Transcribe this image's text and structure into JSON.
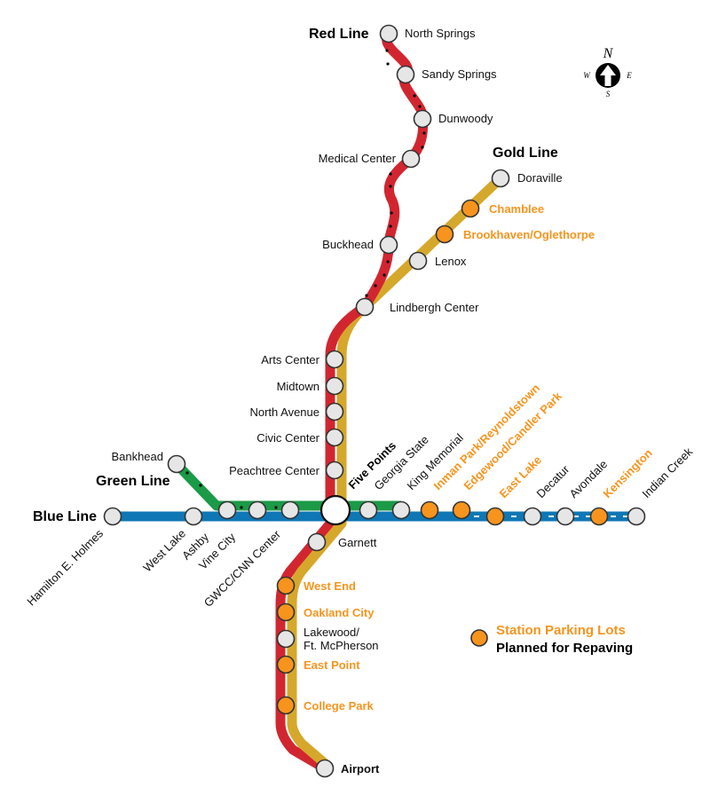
{
  "colors": {
    "red": "#d12630",
    "gold": "#d5a82c",
    "blue": "#0f77b5",
    "green": "#1b9a47",
    "highlight": "#f7941d",
    "station_fill": "#e6e6e6",
    "station_stroke": "#333333"
  },
  "lines": {
    "red": "Red Line",
    "gold": "Gold Line",
    "green": "Green Line",
    "blue": "Blue Line"
  },
  "hub": {
    "name": "Five Points"
  },
  "stations": [
    {
      "id": "north-springs",
      "name": "North Springs",
      "highlight": false
    },
    {
      "id": "sandy-springs",
      "name": "Sandy Springs",
      "highlight": false
    },
    {
      "id": "dunwoody",
      "name": "Dunwoody",
      "highlight": false
    },
    {
      "id": "medical-center",
      "name": "Medical Center",
      "highlight": false
    },
    {
      "id": "buckhead",
      "name": "Buckhead",
      "highlight": false
    },
    {
      "id": "doraville",
      "name": "Doraville",
      "highlight": false
    },
    {
      "id": "chamblee",
      "name": "Chamblee",
      "highlight": true
    },
    {
      "id": "brookhaven",
      "name": "Brookhaven/Oglethorpe",
      "highlight": true
    },
    {
      "id": "lenox",
      "name": "Lenox",
      "highlight": false
    },
    {
      "id": "lindbergh",
      "name": "Lindbergh Center",
      "highlight": false
    },
    {
      "id": "arts-center",
      "name": "Arts Center",
      "highlight": false
    },
    {
      "id": "midtown",
      "name": "Midtown",
      "highlight": false
    },
    {
      "id": "north-avenue",
      "name": "North Avenue",
      "highlight": false
    },
    {
      "id": "civic-center",
      "name": "Civic Center",
      "highlight": false
    },
    {
      "id": "peachtree-center",
      "name": "Peachtree Center",
      "highlight": false
    },
    {
      "id": "bankhead",
      "name": "Bankhead",
      "highlight": false
    },
    {
      "id": "hamilton-holmes",
      "name": "Hamilton E. Holmes",
      "highlight": false
    },
    {
      "id": "west-lake",
      "name": "West Lake",
      "highlight": false
    },
    {
      "id": "ashby",
      "name": "Ashby",
      "highlight": false
    },
    {
      "id": "vine-city",
      "name": "Vine City",
      "highlight": false
    },
    {
      "id": "gwcc",
      "name": "GWCC/CNN Center",
      "highlight": false
    },
    {
      "id": "georgia-state",
      "name": "Georgia State",
      "highlight": false
    },
    {
      "id": "king-memorial",
      "name": "King Memorial",
      "highlight": false
    },
    {
      "id": "inman-park",
      "name": "Inman Park/Reynoldstown",
      "highlight": true
    },
    {
      "id": "edgewood",
      "name": "Edgewood/Candler Park",
      "highlight": true
    },
    {
      "id": "east-lake",
      "name": "East Lake",
      "highlight": true
    },
    {
      "id": "decatur",
      "name": "Decatur",
      "highlight": false
    },
    {
      "id": "avondale",
      "name": "Avondale",
      "highlight": false
    },
    {
      "id": "kensington",
      "name": "Kensington",
      "highlight": true
    },
    {
      "id": "indian-creek",
      "name": "Indian Creek",
      "highlight": false
    },
    {
      "id": "garnett",
      "name": "Garnett",
      "highlight": false
    },
    {
      "id": "west-end",
      "name": "West End",
      "highlight": true
    },
    {
      "id": "oakland-city",
      "name": "Oakland City",
      "highlight": true
    },
    {
      "id": "lakewood",
      "name": "Lakewood/\nFt. McPherson",
      "highlight": false
    },
    {
      "id": "east-point",
      "name": "East Point",
      "highlight": true
    },
    {
      "id": "college-park",
      "name": "College Park",
      "highlight": true
    },
    {
      "id": "airport",
      "name": "Airport",
      "highlight": false
    }
  ],
  "legend": {
    "line1": "Station Parking Lots",
    "line2": "Planned for Repaving"
  },
  "compass": {
    "n": "N",
    "e": "E",
    "s": "S",
    "w": "W"
  }
}
